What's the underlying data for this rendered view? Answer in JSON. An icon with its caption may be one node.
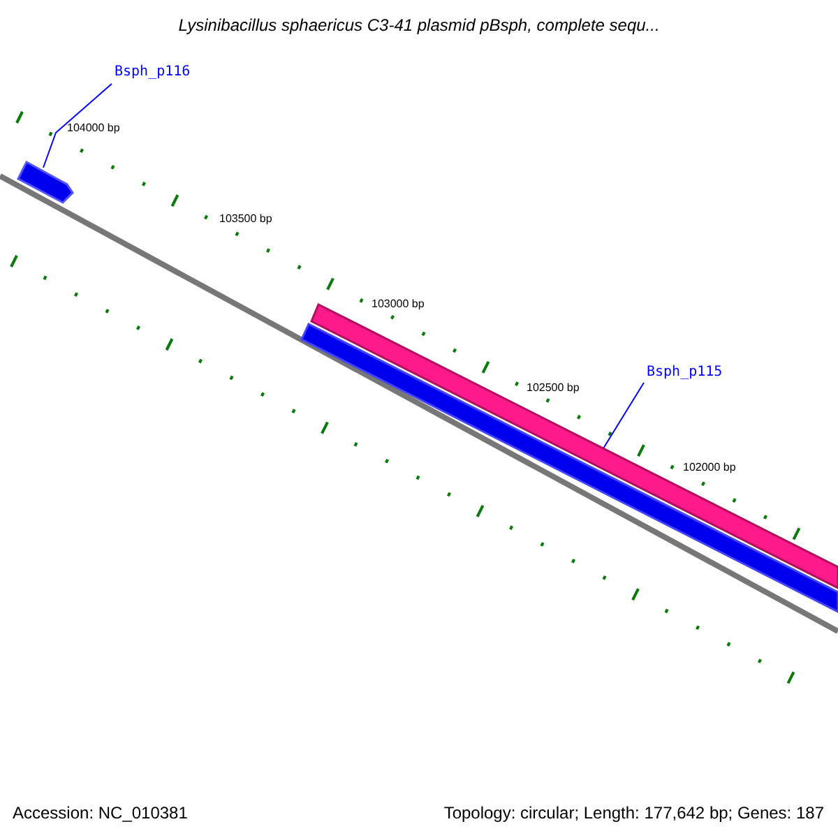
{
  "diagram": {
    "title": "Lysinibacillus sphaericus C3-41 plasmid pBsph, complete sequ...",
    "nodes": [
      {
        "text": [
          "Bsph_p116"
        ]
      },
      {
        "text": [],
        "shape": "bar"
      },
      {
        "text": [
          "Bsph_p115"
        ]
      },
      {
        "text": [],
        "shape": "bar"
      },
      {
        "text": [],
        "shape": "bar"
      }
    ],
    "edges": [
      {
        "from": 0,
        "to": 1,
        "arrow": "none"
      },
      {
        "from": 2,
        "to": 3,
        "arrow": "none"
      }
    ],
    "labels": [
      "104000 bp",
      "103500 bp",
      "103000 bp",
      "102500 bp",
      "102000 bp",
      "Accession: NC_010381",
      "Topology: circular; Length: 177,642 bp; Genes: 187"
    ]
  }
}
